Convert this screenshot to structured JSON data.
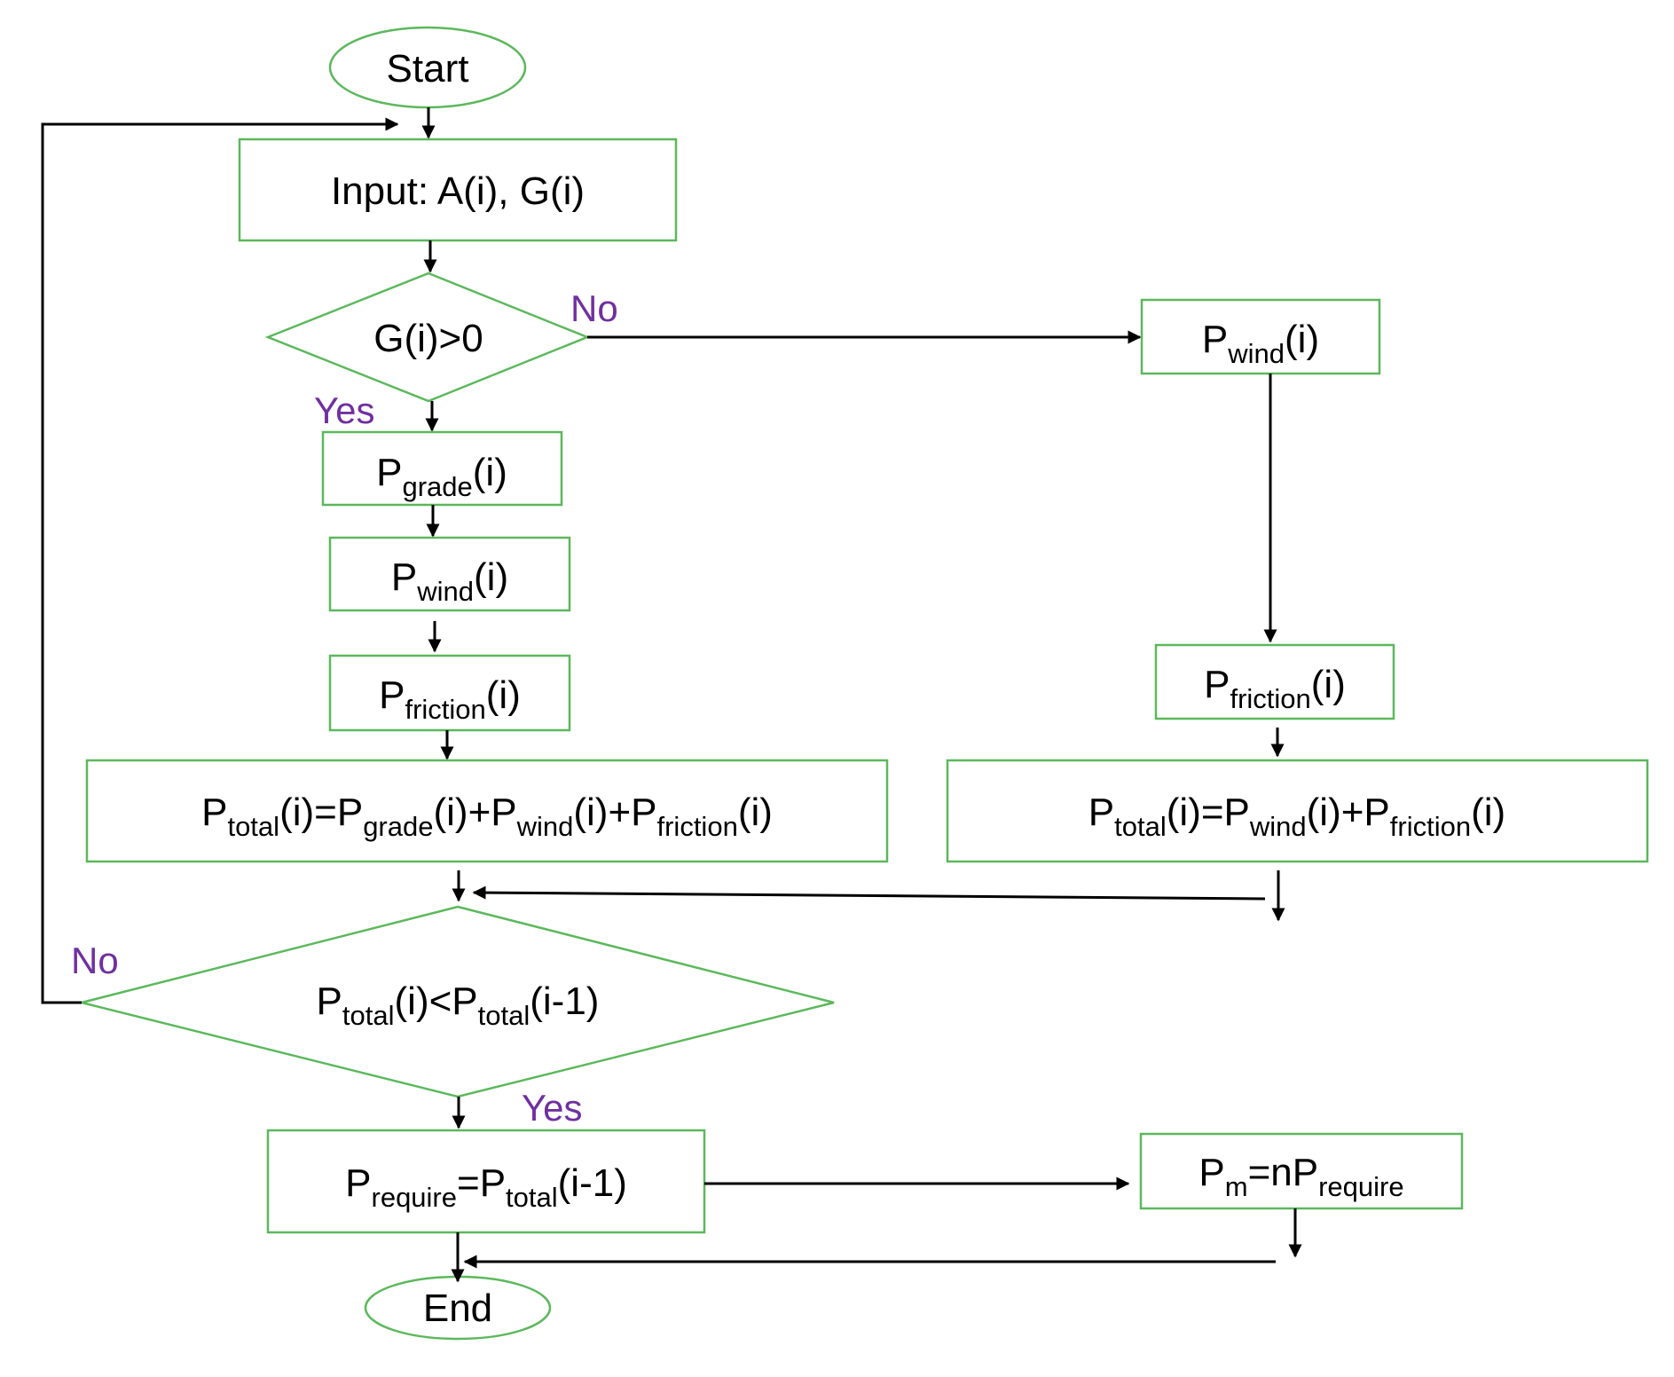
{
  "nodes": {
    "start": "Start",
    "input": "Input: A(i), G(i)",
    "decision_grade": "G(i)>0",
    "grade_power": {
      "main": "P",
      "sub": "grade",
      "tail": "(i)"
    },
    "wind_left": {
      "main": "P",
      "sub": "wind",
      "tail": "(i)"
    },
    "friction_left": {
      "main": "P",
      "sub": "friction",
      "tail": "(i)"
    },
    "total_left": {
      "p1": "P",
      "s1": "total",
      "t1": "(i)=P",
      "s2": "grade",
      "t2": "(i)+P",
      "s3": "wind",
      "t3": "(i)+P",
      "s4": "friction",
      "t4": "(i)"
    },
    "wind_right": {
      "main": "P",
      "sub": "wind",
      "tail": "(i)"
    },
    "friction_right": {
      "main": "P",
      "sub": "friction",
      "tail": "(i)"
    },
    "total_right": {
      "p1": "P",
      "s1": "total",
      "t1": "(i)=P",
      "s2": "wind",
      "t2": "(i)+P",
      "s3": "friction",
      "t3": "(i)"
    },
    "decision_total": {
      "p1": "P",
      "s1": "total",
      "t1": "(i)<P",
      "s2": "total",
      "t2": "(i-1)"
    },
    "require": {
      "p1": "P",
      "s1": "require",
      "t1": "=P",
      "s2": "total",
      "t2": "(i-1)"
    },
    "motor": {
      "p1": "P",
      "s1": "m",
      "t1": "=nP",
      "s2": "require"
    },
    "end": "End"
  },
  "branch_labels": {
    "grade_no": "No",
    "grade_yes": "Yes",
    "total_no": "No",
    "total_yes": "Yes"
  },
  "colors": {
    "shape_border": "#5cb85c",
    "branch_label": "#7030a0",
    "arrow": "#000000"
  }
}
